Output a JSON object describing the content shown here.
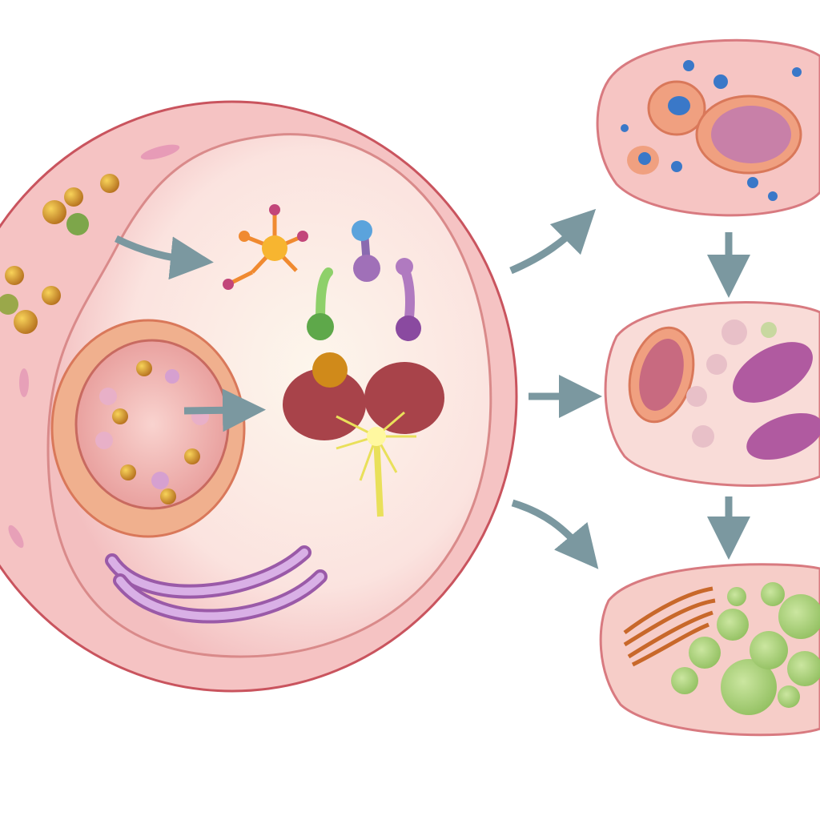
{
  "colors": {
    "background": "#ffffff",
    "cell_membrane": "#c9545e",
    "cytoplasm": "#f6c9c8",
    "inner_region": "#fbe9e6",
    "arrow": "#7b98a0",
    "nucleus_ring": "#e08a6a",
    "mitochondria": "#a8434a",
    "golgi": "#b98ac8",
    "chloroplast_green": "#a9cf7c",
    "blue_vesicle": "#3a78c8"
  },
  "icons": [
    "large-cell",
    "nucleus",
    "molecule",
    "mitochondrion",
    "golgi-apparatus",
    "flow-arrow",
    "small-cell"
  ]
}
